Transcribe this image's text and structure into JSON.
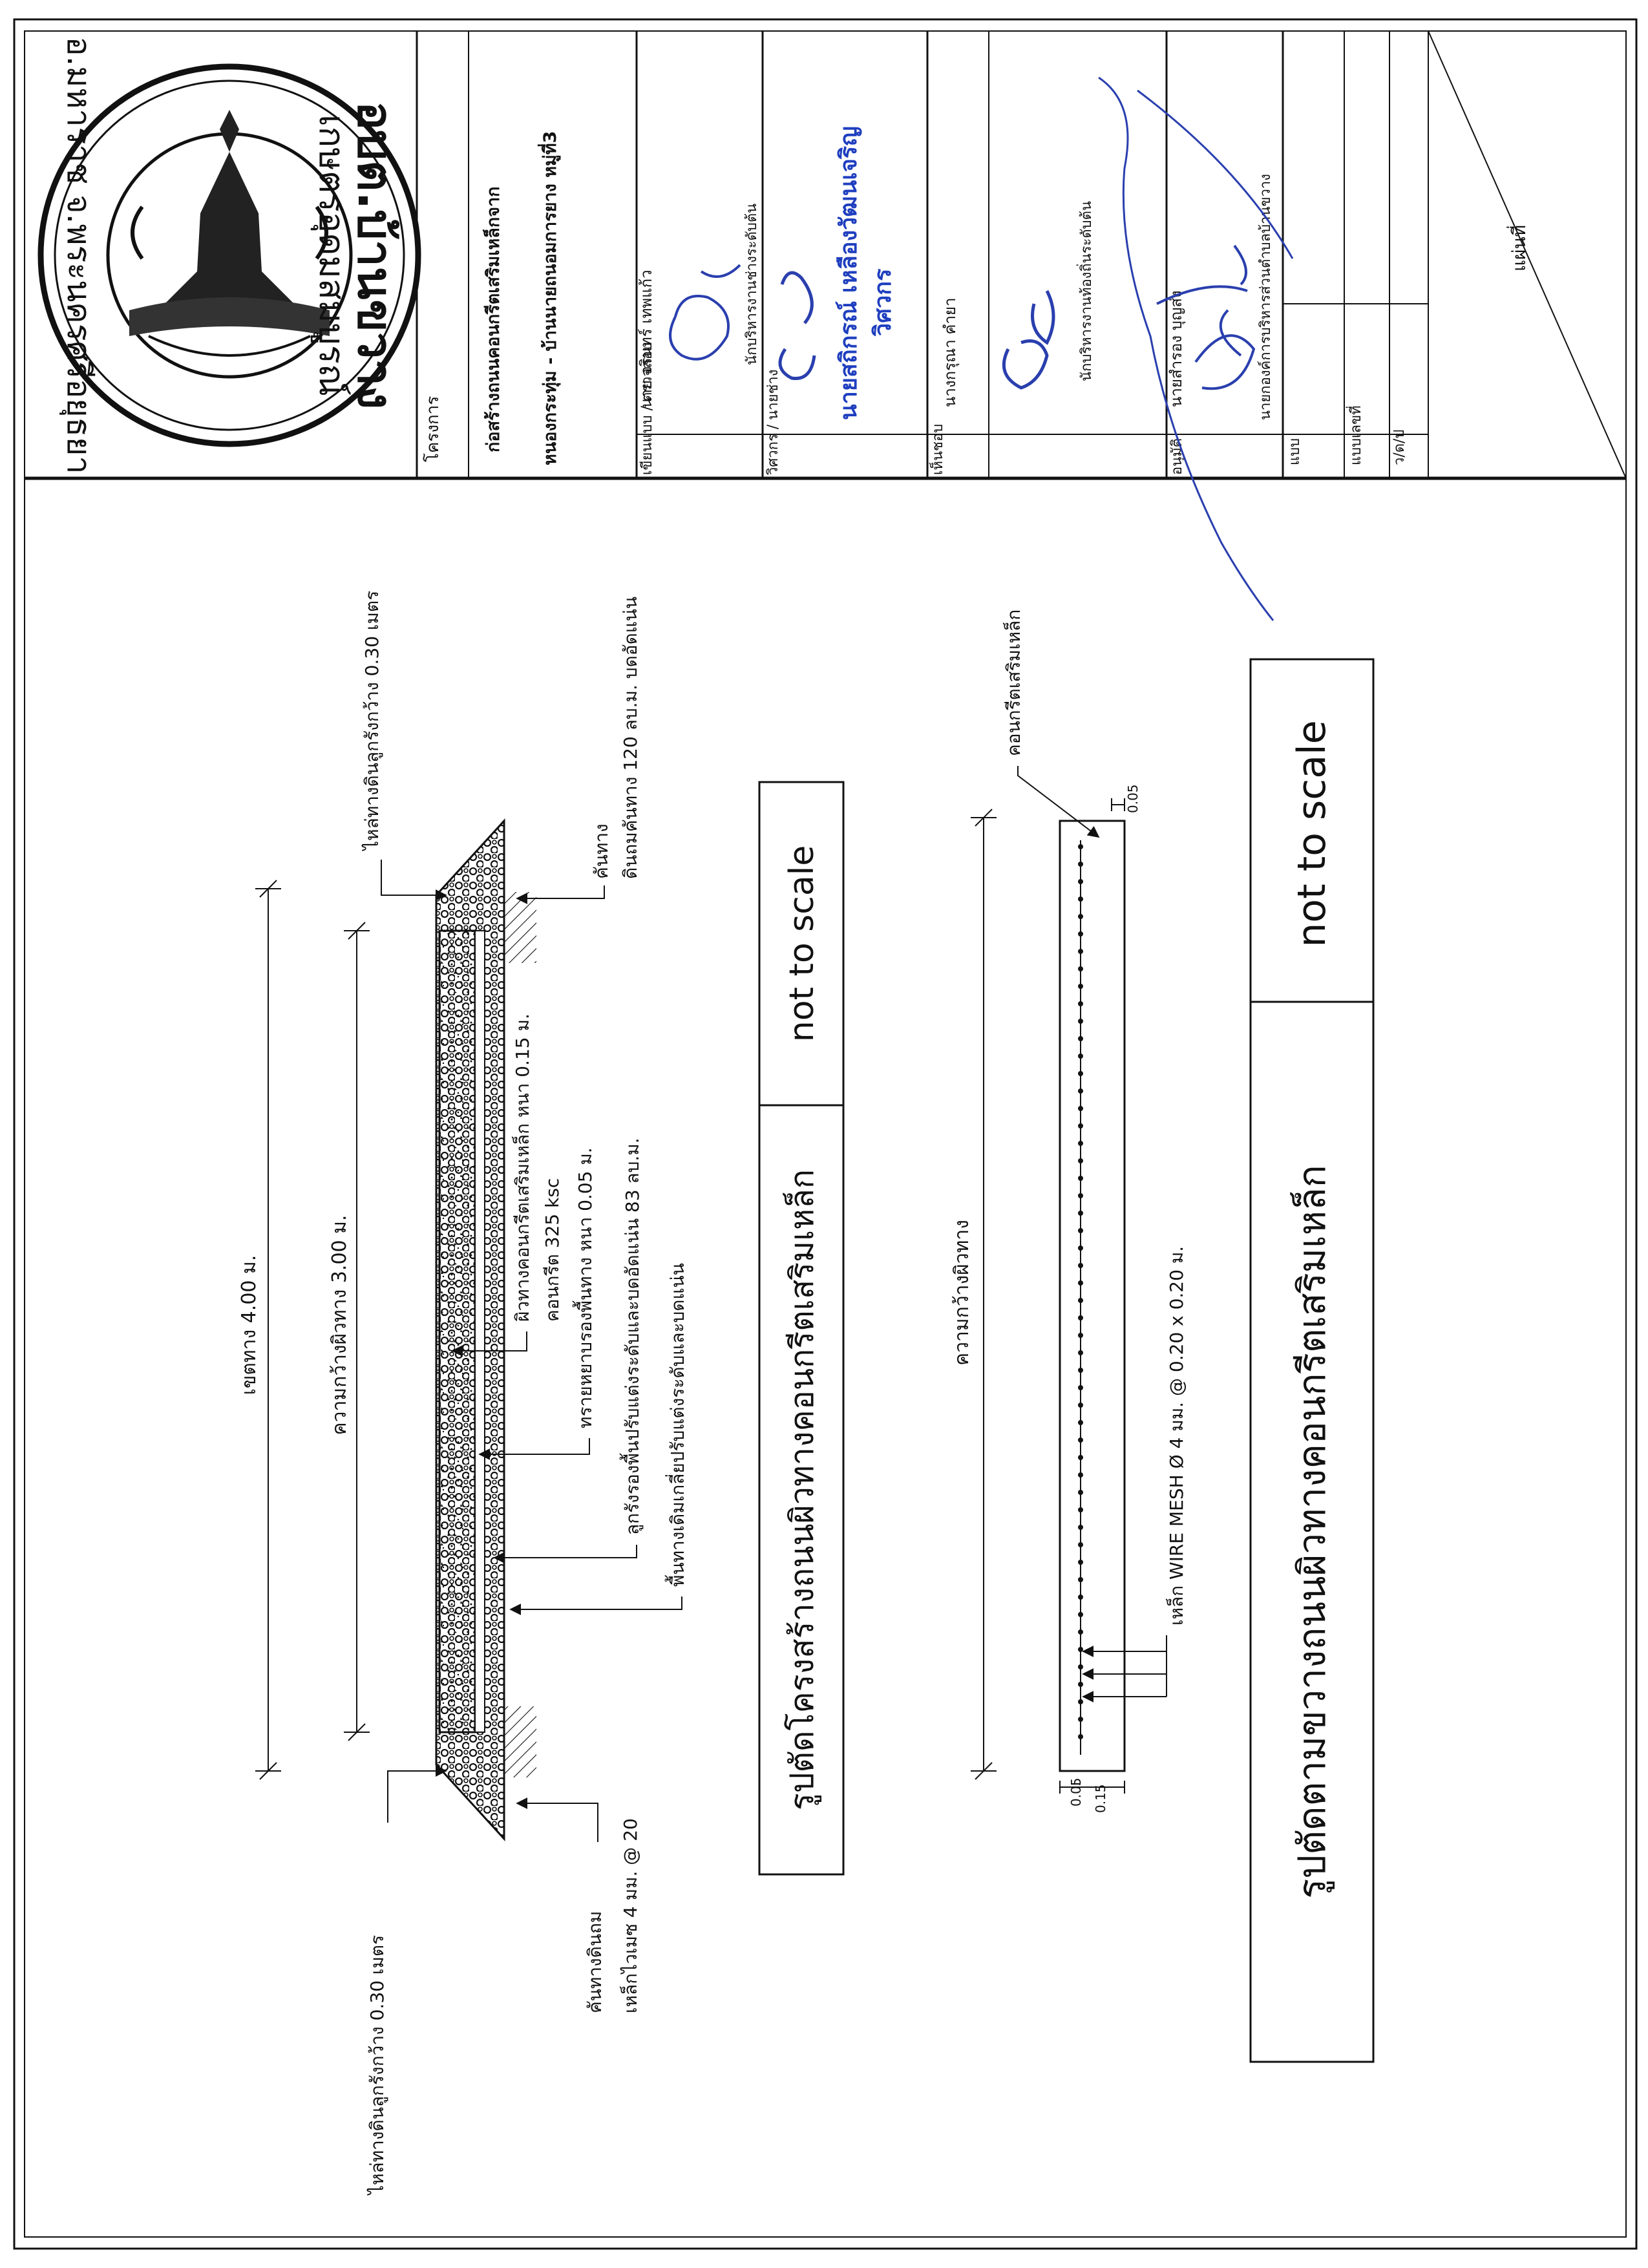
{
  "page": {
    "orientation": "rotated-90-ccw",
    "line_color": "#111111",
    "stamp_color": "#1f3fbf",
    "signature_color": "#2a3fae"
  },
  "logo": {
    "icon": "temple-stupa-seal-icon",
    "top_text": "อบต.บ้านขวาง",
    "ring_text": "เกษตรอุดมสมบูรณ์",
    "bottom_text": "อ.มหาราช จ.พระนครศรีอยุธยา"
  },
  "title_block": {
    "project_label": "โครงการ",
    "project_line1": "ก่อสร้างถนนคอนกรีตเสริมเหล็กจาก",
    "project_line2": "หนองกระทุ่ม - บ้านนายถนอมการยาง หมู่ที่3",
    "design_label": "เขียนแบบ / ตรวจสอบ",
    "design_name": "นาย จรินทร์  เทพแก้ว",
    "design_title": "นักบริหารงานช่างระดับต้น",
    "engineer_label": "วิศวกร / นายช่าง",
    "engineer_stamp_line1": "นายสถิกรณ์ เหลืองวัฒนเจริญ",
    "engineer_stamp_line2": "วิศวกร",
    "agree_label": "เห็นชอบ",
    "agree_name": "นางกรุณา คำยา",
    "agree_title": "นักบริหารงานท้องถิ่นระดับต้น",
    "approve_label": "อนุมัติ",
    "approve_name": "นายสำรอง  บุญส่ง",
    "approve_title": "นายกองค์การบริหารส่วนตำบลบ้านขวาง",
    "drawing_label": "แบบ",
    "drawing_no_label": "แบบเลขที่",
    "date_label": "ว/ด/ป",
    "sheet_label": "แผ่นที่"
  },
  "cross_section": {
    "title": "รูปตัดโครงสร้างถนนผิวทางคอนกรีตเสริมเหล็ก",
    "scale": "not  to  scale",
    "dim_right_of_way": "เขตทาง 4.00 ม.",
    "dim_pavement": "ความกว้างผิวทาง 3.00 ม.",
    "shoulder_left": "ไหล่ทางดินลูกรังกว้าง 0.30 เมตร",
    "shoulder_right": "ไหล่ทางดินลูกรังกว้าง 0.30 เมตร",
    "slope_line1": "คันทางดินถม",
    "slope_line2": "เหล็กไวเมซ 4 มม. @ 20",
    "layer_concrete_line1": "ผิวทางคอนกรีตเสริมเหล็ก หนา 0.15 ม.",
    "layer_concrete_line2": "คอนกรีต 325 ksc",
    "layer_sand": "ทรายหยาบรองพื้นทาง หนา 0.05 ม.",
    "layer_laterite": "ลูกรังรองพื้นปรับแต่งระดับและบดอัดแน่น  83 ลบ.ม.",
    "layer_subgrade": "พื้นทางเดิมเกลี่ยปรับแต่งระดับและบดแน่น",
    "embank_line1": "คันทาง",
    "embank_line2": "ดินถมคันทาง 120 ลบ.ม. บดอัดแน่น"
  },
  "long_section": {
    "title": "รูปตัดตามขวางถนนผิวทางคอนกรีตเสริมเหล็ก",
    "scale": "not  to  scale",
    "dim_width": "ความกว้างผิวทาง",
    "rc_label": "คอนกรีตเสริมเหล็ก",
    "mesh_label": "เหล็ก WIRE MESH Ø 4 มม. @ 0.20 x 0.20 ม.",
    "dim_015": "0.15",
    "dim_005_a": "0.05",
    "dim_005_b": "0.05"
  }
}
